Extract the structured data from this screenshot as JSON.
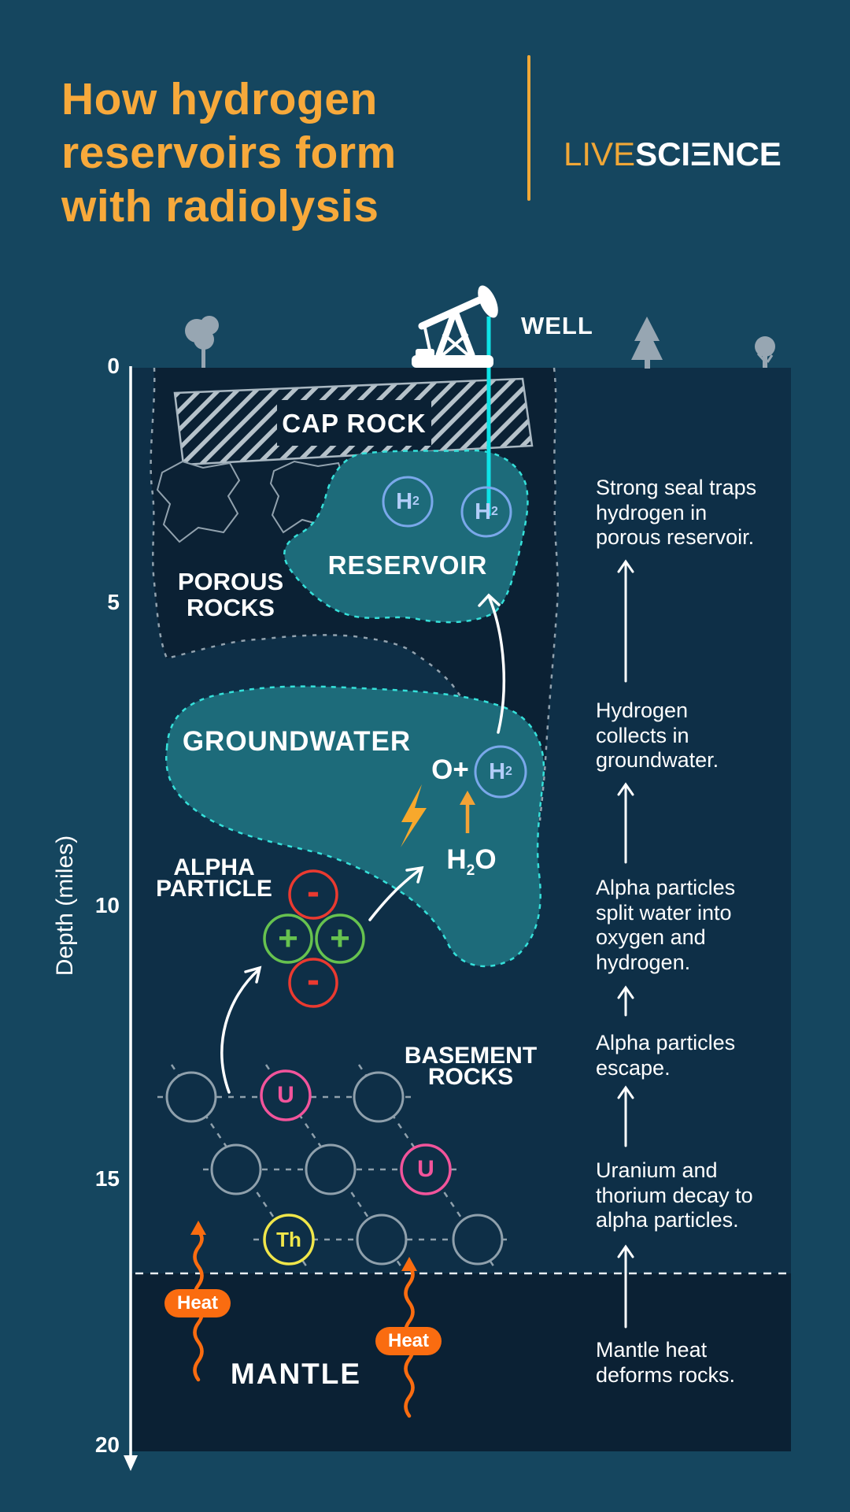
{
  "header": {
    "title_lines": [
      "How hydrogen",
      "reservoirs form",
      "with radiolysis"
    ],
    "logo": {
      "live": "LIVE",
      "sci": "SCI",
      "stylized_e": "Ξ",
      "nce": "NCE"
    }
  },
  "axis": {
    "label": "Depth (miles)",
    "ticks": [
      "0",
      "5",
      "10",
      "15",
      "20"
    ]
  },
  "surface": {
    "well_label": "WELL"
  },
  "diagram_labels": {
    "cap_rock": "CAP ROCK",
    "porous_line1": "POROUS",
    "porous_line2": "ROCKS",
    "reservoir": "RESERVOIR",
    "groundwater": "GROUNDWATER",
    "alpha_line1": "ALPHA",
    "alpha_line2": "PARTICLE",
    "basement_line1": "BASEMENT",
    "basement_line2": "ROCKS",
    "mantle": "MANTLE",
    "o_plus": "O+",
    "h2_base": "H",
    "h2_sub": "2",
    "h2o_base": "H",
    "h2o_sub": "2",
    "h2o_tail": "O",
    "uranium": "U",
    "thorium": "Th",
    "plus": "+",
    "minus": "-",
    "heat": "Heat"
  },
  "annotations": [
    {
      "lines": [
        "Strong seal traps",
        "hydrogen in",
        "porous reservoir."
      ]
    },
    {
      "lines": [
        "Hydrogen",
        "collects in",
        "groundwater."
      ]
    },
    {
      "lines": [
        "Alpha particles",
        "split water into",
        "oxygen and",
        "hydrogen."
      ]
    },
    {
      "lines": [
        "Alpha particles",
        "escape."
      ]
    },
    {
      "lines": [
        "Uranium and",
        "thorium decay to",
        "alpha particles."
      ]
    },
    {
      "lines": [
        "Mantle heat",
        "deforms rocks."
      ]
    }
  ],
  "colors": {
    "background": "#15465f",
    "panel": "#0e2f47",
    "dark_rock": "#0b2134",
    "teal_fill": "#1d6b7a",
    "teal_dash": "#35e1da",
    "well_pipe": "#0fe3e6",
    "accent_orange": "#f7a93b",
    "heat_orange": "#fa6c10",
    "h2_blue": "#7aa8ea",
    "red": "#ea3a30",
    "green": "#67c24f",
    "pink": "#f2549b",
    "yellow": "#f0e64a",
    "gray_outline": "#92a2ae"
  }
}
